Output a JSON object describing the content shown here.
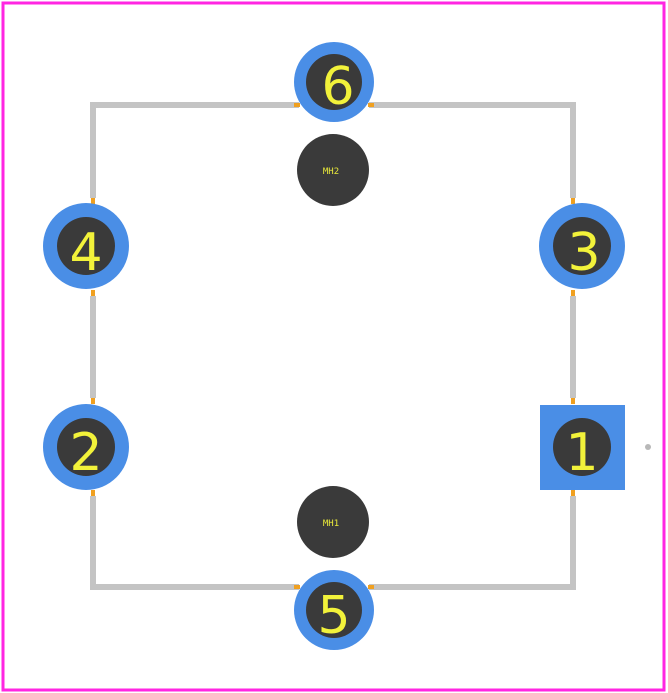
{
  "colors": {
    "board_outline": "#ff26e2",
    "silkscreen": "#c4c4c4",
    "pad_copper": "#4a8ee6",
    "drill_hole": "#3a3a3a",
    "pad_label": "#f2f23a",
    "lead": "#f0a020",
    "origin_marker": "#b8b8b8"
  },
  "pads": {
    "p1": {
      "label": "1",
      "shape": "square"
    },
    "p2": {
      "label": "2",
      "shape": "round"
    },
    "p3": {
      "label": "3",
      "shape": "round"
    },
    "p4": {
      "label": "4",
      "shape": "round"
    },
    "p5": {
      "label": "5",
      "shape": "round"
    },
    "p6": {
      "label": "6",
      "shape": "round"
    }
  },
  "mounting_holes": {
    "mh1": {
      "label": "MH1"
    },
    "mh2": {
      "label": "MH2"
    }
  }
}
